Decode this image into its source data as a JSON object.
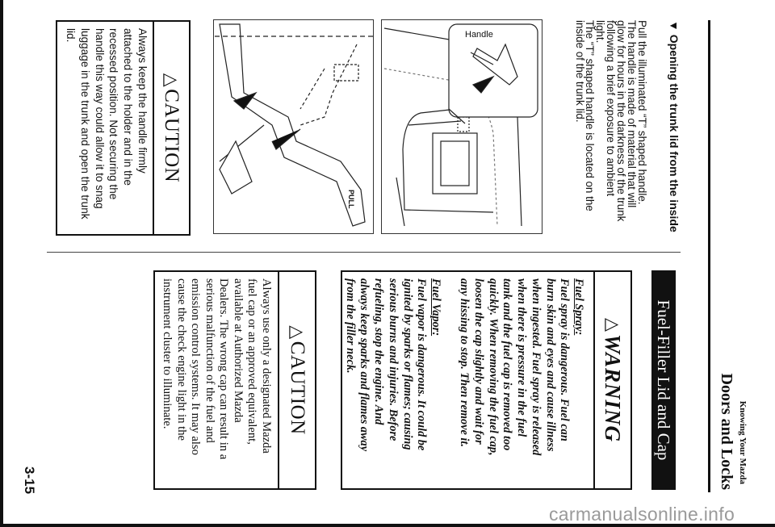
{
  "header": {
    "section": "Knowing Your Mazda",
    "title": "Doors and Locks"
  },
  "trunk": {
    "heading": "Opening the trunk lid from the inside",
    "heading_icon": "triangle-down-bullet",
    "body_lines": [
      "Pull the illuminated “T” shaped handle.",
      "The handle is made of material that will",
      "glow for hours in the darkness of the trunk",
      "following a brief exposure to ambient",
      "light.",
      "The “T” shaped handle is located on the",
      "inside of the trunk lid."
    ],
    "illustration_label": "Handle",
    "illustration_handle_text": "PULL",
    "caution": {
      "title": "CAUTION",
      "lines": [
        "Always keep the handle firmly",
        "attached to the holder and in the",
        "recessed position. Not securing the",
        "handle this way could allow it to snag",
        "luggage in the trunk and open the trunk",
        "lid."
      ]
    }
  },
  "fuel": {
    "heading": "Fuel-Filler Lid and Cap",
    "warning": {
      "title": "WARNING",
      "spray_label": "Fuel Spray:",
      "spray_lines": [
        "Fuel spray is dangerous. Fuel can",
        "burn skin and eyes and cause illness",
        "when ingested. Fuel spray is released",
        "when there is pressure in the fuel",
        "tank and the fuel cap is removed too",
        "quickly. When removing the fuel cap,",
        "loosen the cap slightly and wait for",
        "any hissing to stop. Then remove it."
      ],
      "vapor_label": "Fuel Vapor:",
      "vapor_lines": [
        "Fuel vapor is dangerous. It could be",
        "ignited by sparks or flames; causing",
        "serious burns and injuries. Before",
        "refueling, stop the engine. And",
        "always keep sparks and flames away",
        "from the filler neck."
      ]
    },
    "caution": {
      "title": "CAUTION",
      "lines": [
        "Always use only a designated Mazda",
        "fuel cap or an approved equivalent,",
        "available at Authorized Mazda",
        "Dealers. The wrong cap can result in a",
        "serious malfunction of the fuel and",
        "emission control systems. It may also",
        "cause the check engine light in the",
        "instrument cluster to illuminate."
      ]
    }
  },
  "page_number": "3-15",
  "watermark": "carmanualsonline.info",
  "icons": {
    "alert": "△",
    "bullet": "▼"
  }
}
